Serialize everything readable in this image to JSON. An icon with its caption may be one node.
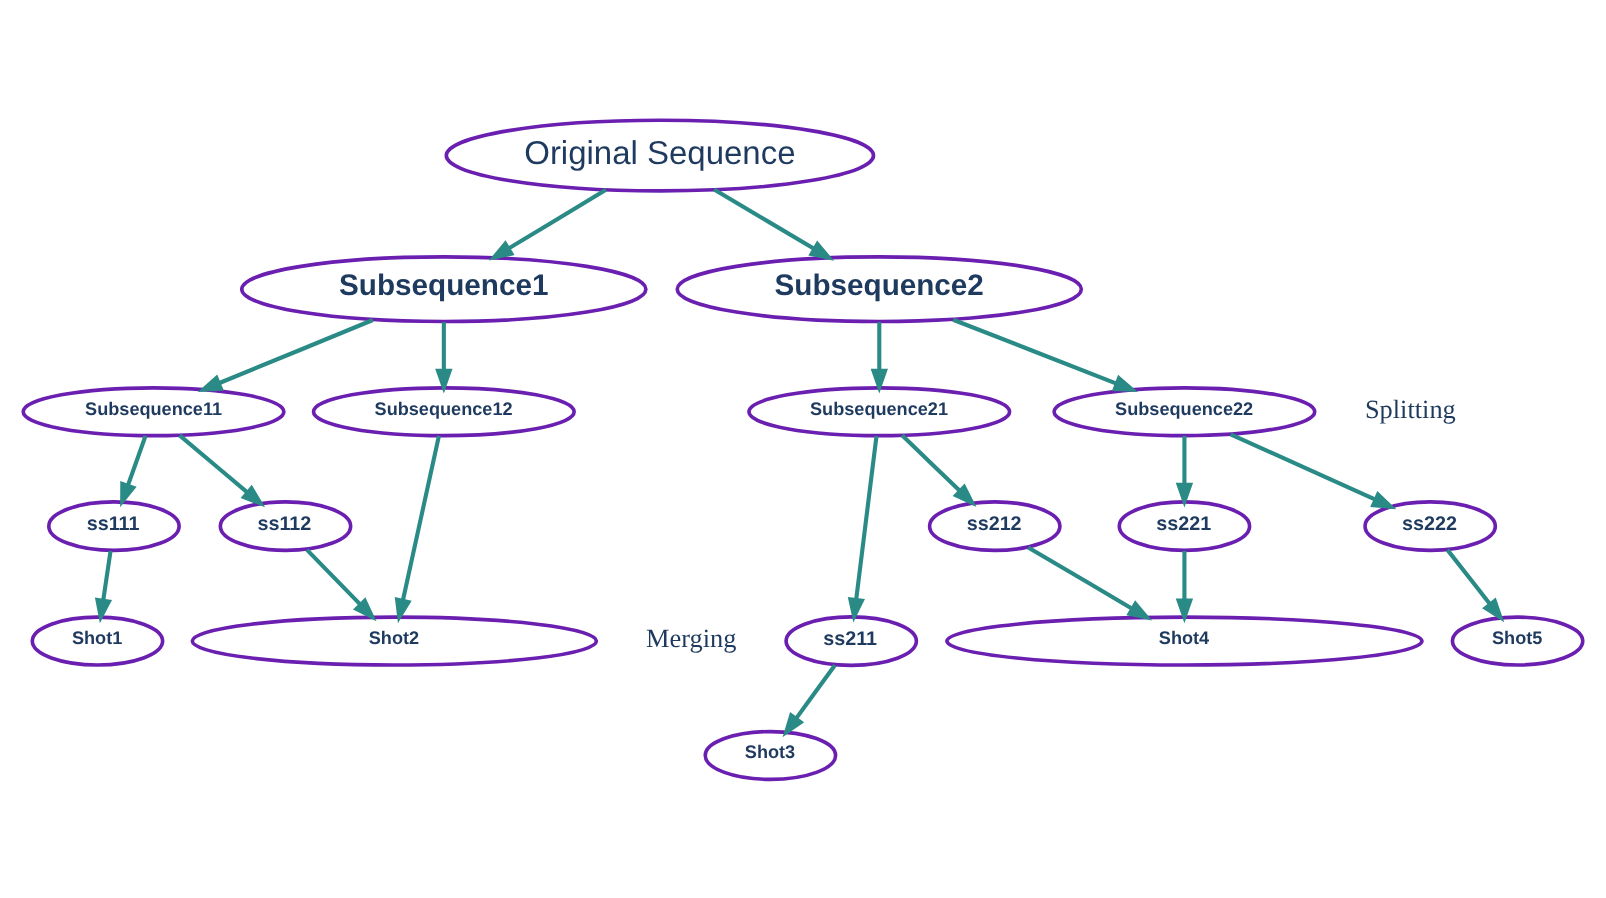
{
  "diagram": {
    "nodes": [
      {
        "text": [
          "Original Sequence"
        ]
      },
      {
        "text": [
          "Subsequence1"
        ]
      },
      {
        "text": [
          "Subsequence2"
        ]
      },
      {
        "text": [
          "Subsequence11"
        ]
      },
      {
        "text": [
          "Subsequence12"
        ]
      },
      {
        "text": [
          "Subsequence21"
        ]
      },
      {
        "text": [
          "Subsequence22"
        ]
      },
      {
        "text": [
          "ss111"
        ]
      },
      {
        "text": [
          "ss112"
        ]
      },
      {
        "text": [
          "ss211"
        ]
      },
      {
        "text": [
          "ss212"
        ]
      },
      {
        "text": [
          "ss221"
        ]
      },
      {
        "text": [
          "ss222"
        ]
      },
      {
        "text": [
          "Shot1"
        ]
      },
      {
        "text": [
          "Shot2"
        ]
      },
      {
        "text": [
          "Shot3"
        ]
      },
      {
        "text": [
          "Shot4"
        ]
      },
      {
        "text": [
          "Shot5"
        ]
      }
    ],
    "edges": [
      {
        "from": 0,
        "to": 1,
        "arrow": "to"
      },
      {
        "from": 0,
        "to": 2,
        "arrow": "to"
      },
      {
        "from": 1,
        "to": 3,
        "arrow": "to"
      },
      {
        "from": 1,
        "to": 4,
        "arrow": "to"
      },
      {
        "from": 2,
        "to": 5,
        "arrow": "to"
      },
      {
        "from": 2,
        "to": 6,
        "arrow": "to"
      },
      {
        "from": 3,
        "to": 7,
        "arrow": "to"
      },
      {
        "from": 3,
        "to": 8,
        "arrow": "to"
      },
      {
        "from": 5,
        "to": 9,
        "arrow": "to"
      },
      {
        "from": 5,
        "to": 10,
        "arrow": "to"
      },
      {
        "from": 6,
        "to": 11,
        "arrow": "to"
      },
      {
        "from": 6,
        "to": 12,
        "arrow": "to"
      },
      {
        "from": 7,
        "to": 13,
        "arrow": "to"
      },
      {
        "from": 8,
        "to": 14,
        "arrow": "to"
      },
      {
        "from": 4,
        "to": 14,
        "arrow": "to"
      },
      {
        "from": 9,
        "to": 15,
        "arrow": "to"
      },
      {
        "from": 10,
        "to": 16,
        "arrow": "to"
      },
      {
        "from": 11,
        "to": 16,
        "arrow": "to"
      },
      {
        "from": 12,
        "to": 17,
        "arrow": "to"
      }
    ],
    "labels": [
      "Splitting",
      "Merging"
    ]
  }
}
